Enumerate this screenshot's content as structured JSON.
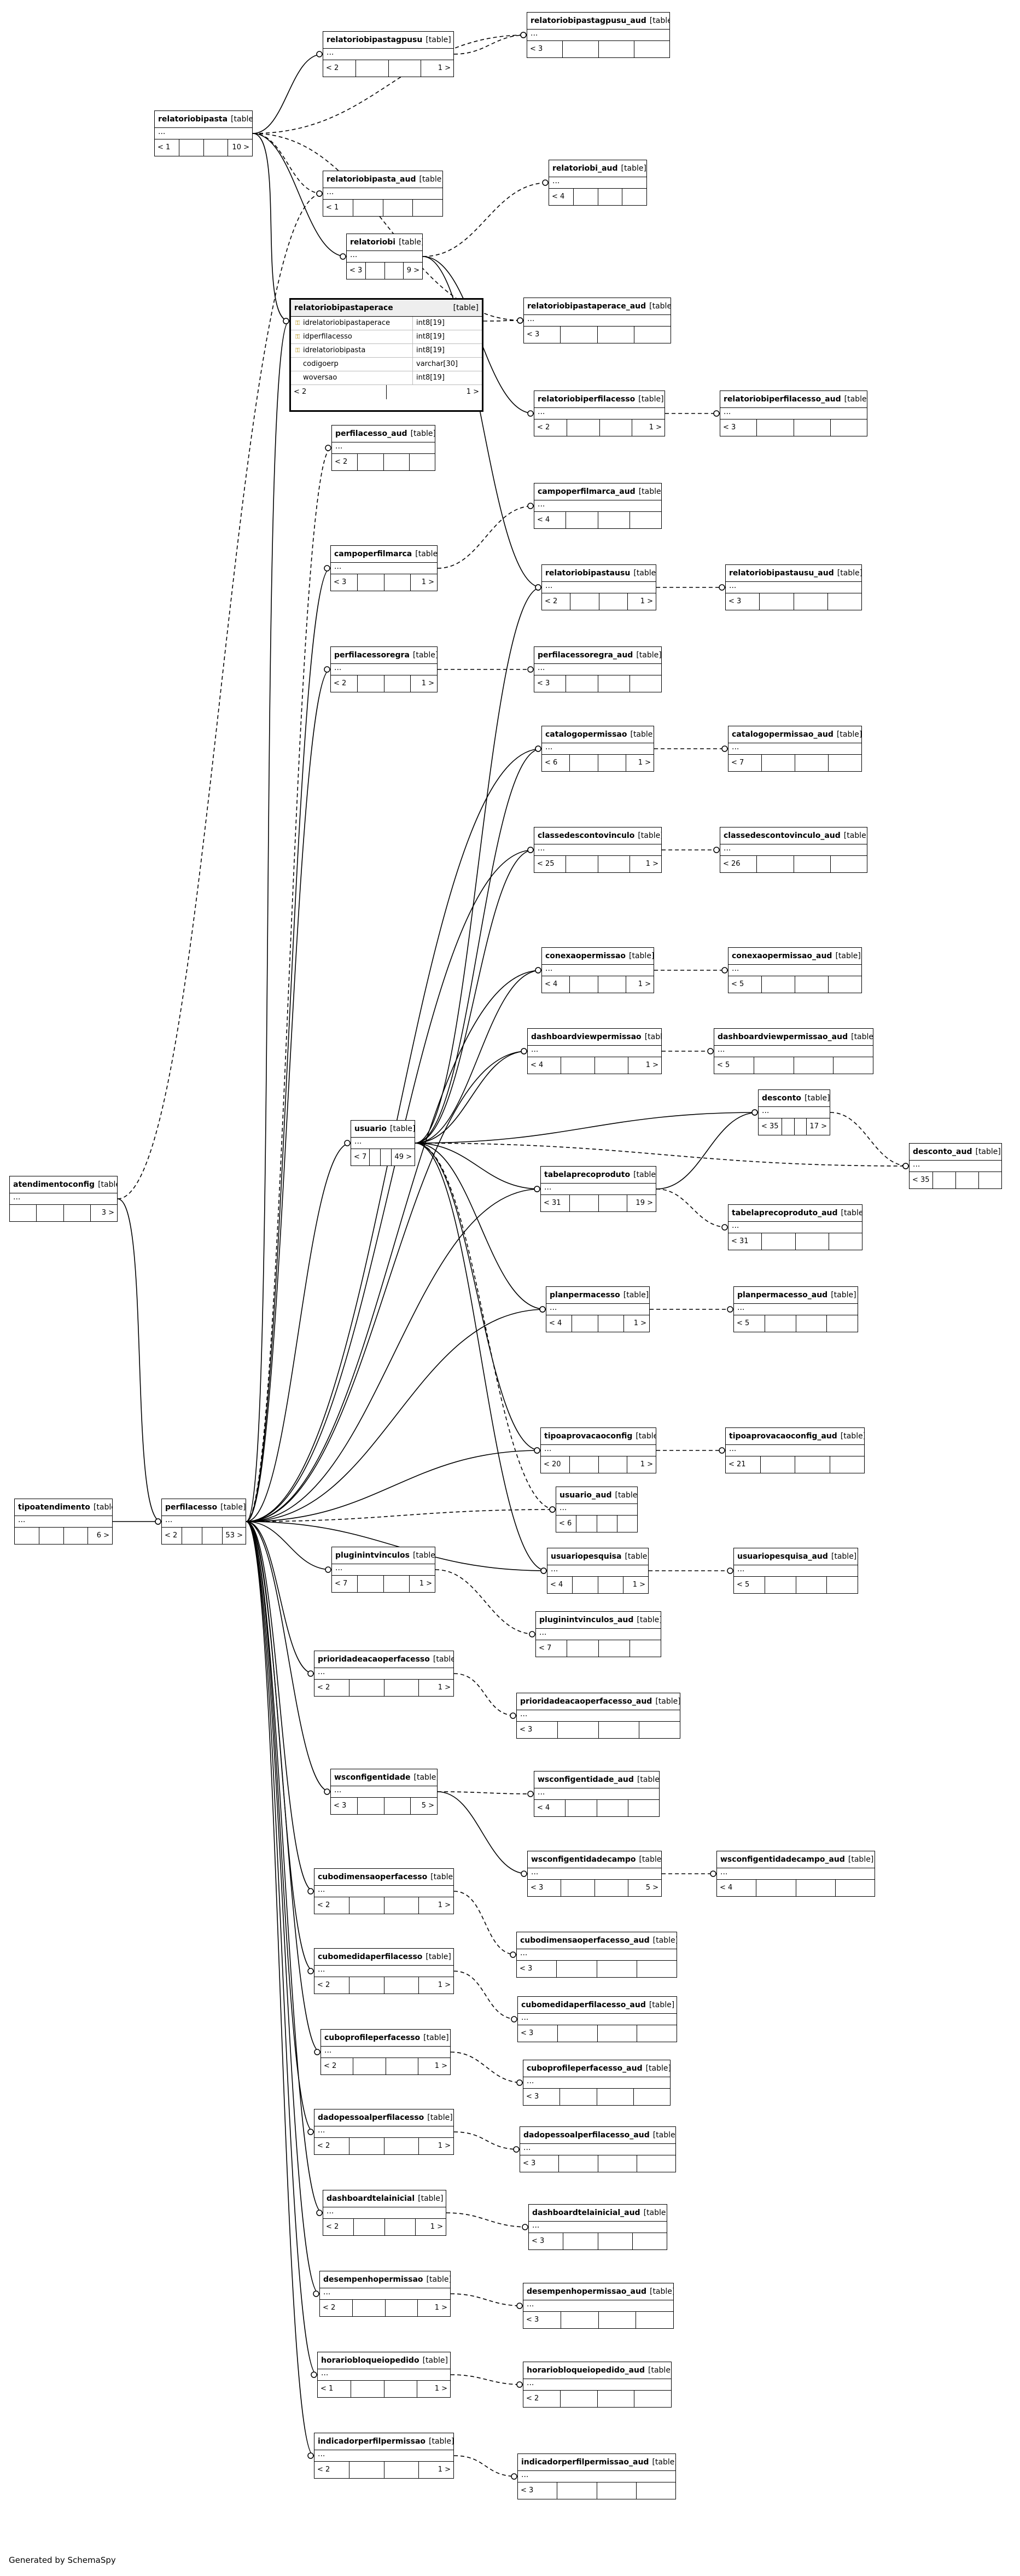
{
  "footer": "Generated by SchemaSpy",
  "table_tag": "[table]",
  "focus": {
    "name": "relatoriobipastaperace",
    "columns": [
      {
        "name": "idrelatoriobipastaperace",
        "type": "int8[19]",
        "key": "pk"
      },
      {
        "name": "idperfilacesso",
        "type": "int8[19]",
        "key": "fk"
      },
      {
        "name": "idrelatoriobipasta",
        "type": "int8[19]",
        "key": "fk"
      },
      {
        "name": "codigoerp",
        "type": "varchar[30]",
        "key": ""
      },
      {
        "name": "woversao",
        "type": "int8[19]",
        "key": ""
      }
    ],
    "left": "< 2",
    "right": "1 >"
  },
  "tables": [
    {
      "id": "rbpu",
      "name": "relatoriobipastagpusu",
      "left": "< 2",
      "mid": "",
      "right": "1 >"
    },
    {
      "id": "rbpua",
      "name": "relatoriobipastagpusu_aud",
      "left": "< 3",
      "mid": "",
      "right": ""
    },
    {
      "id": "rbp",
      "name": "relatoriobipasta",
      "left": "< 1",
      "mid": "",
      "right": "10 >"
    },
    {
      "id": "rbpa",
      "name": "relatoriobipasta_aud",
      "left": "< 1",
      "mid": "",
      "right": ""
    },
    {
      "id": "rbia",
      "name": "relatoriobi_aud",
      "left": "< 4",
      "mid": "",
      "right": ""
    },
    {
      "id": "rbi",
      "name": "relatoriobi",
      "left": "< 3",
      "mid": "",
      "right": "9 >"
    },
    {
      "id": "rbppa",
      "name": "relatoriobipastaperace_aud",
      "left": "< 3",
      "mid": "",
      "right": ""
    },
    {
      "id": "rbpf",
      "name": "relatoriobiperfilacesso",
      "left": "< 2",
      "mid": "",
      "right": "1 >"
    },
    {
      "id": "rbpfa",
      "name": "relatoriobiperfilacesso_aud",
      "left": "< 3",
      "mid": "",
      "right": ""
    },
    {
      "id": "pfa",
      "name": "perfilacesso_aud",
      "left": "< 2",
      "mid": "",
      "right": ""
    },
    {
      "id": "cpfa",
      "name": "campoperfilmarca_aud",
      "left": "< 4",
      "mid": "",
      "right": ""
    },
    {
      "id": "cpf",
      "name": "campoperfilmarca",
      "left": "< 3",
      "mid": "",
      "right": "1 >"
    },
    {
      "id": "rbpus",
      "name": "relatoriobipastausu",
      "left": "< 2",
      "mid": "",
      "right": "1 >"
    },
    {
      "id": "rbpusa",
      "name": "relatoriobipastausu_aud",
      "left": "< 3",
      "mid": "",
      "right": ""
    },
    {
      "id": "pfr",
      "name": "perfilacessoregra",
      "left": "< 2",
      "mid": "",
      "right": "1 >"
    },
    {
      "id": "pfra",
      "name": "perfilacessoregra_aud",
      "left": "< 3",
      "mid": "",
      "right": ""
    },
    {
      "id": "catp",
      "name": "catalogopermissao",
      "left": "< 6",
      "mid": "",
      "right": "1 >"
    },
    {
      "id": "catpa",
      "name": "catalogopermissao_aud",
      "left": "< 7",
      "mid": "",
      "right": ""
    },
    {
      "id": "cdv",
      "name": "classedescontovinculo",
      "left": "< 25",
      "mid": "",
      "right": "1 >"
    },
    {
      "id": "cdva",
      "name": "classedescontovinculo_aud",
      "left": "< 26",
      "mid": "",
      "right": ""
    },
    {
      "id": "cxp",
      "name": "conexaopermissao",
      "left": "< 4",
      "mid": "",
      "right": "1 >"
    },
    {
      "id": "cxpa",
      "name": "conexaopermissao_aud",
      "left": "< 5",
      "mid": "",
      "right": ""
    },
    {
      "id": "dvp",
      "name": "dashboardviewpermissao",
      "left": "< 4",
      "mid": "",
      "right": "1 >"
    },
    {
      "id": "dvpa",
      "name": "dashboardviewpermissao_aud",
      "left": "< 5",
      "mid": "",
      "right": ""
    },
    {
      "id": "desc",
      "name": "desconto",
      "left": "< 35",
      "mid": "",
      "right": "17 >"
    },
    {
      "id": "desca",
      "name": "desconto_aud",
      "left": "< 35",
      "mid": "",
      "right": ""
    },
    {
      "id": "usu",
      "name": "usuario",
      "left": "< 7",
      "mid": "",
      "right": "49 >"
    },
    {
      "id": "atc",
      "name": "atendimentoconfig",
      "left": "",
      "mid": "",
      "right": "3 >"
    },
    {
      "id": "tpp",
      "name": "tabelaprecoproduto",
      "left": "< 31",
      "mid": "",
      "right": "19 >"
    },
    {
      "id": "tppa",
      "name": "tabelaprecoproduto_aud",
      "left": "< 31",
      "mid": "",
      "right": ""
    },
    {
      "id": "pla",
      "name": "planpermacesso",
      "left": "< 4",
      "mid": "",
      "right": "1 >"
    },
    {
      "id": "plaa",
      "name": "planpermacesso_aud",
      "left": "< 5",
      "mid": "",
      "right": ""
    },
    {
      "id": "tac",
      "name": "tipoaprovacaoconfig",
      "left": "< 20",
      "mid": "",
      "right": "1 >"
    },
    {
      "id": "taca",
      "name": "tipoaprovacaoconfig_aud",
      "left": "< 21",
      "mid": "",
      "right": ""
    },
    {
      "id": "usua",
      "name": "usuario_aud",
      "left": "< 6",
      "mid": "",
      "right": ""
    },
    {
      "id": "tat",
      "name": "tipoatendimento",
      "left": "",
      "mid": "",
      "right": "6 >"
    },
    {
      "id": "pf",
      "name": "perfilacesso",
      "left": "< 2",
      "mid": "",
      "right": "53 >"
    },
    {
      "id": "upq",
      "name": "usuariopesquisa",
      "left": "< 4",
      "mid": "",
      "right": "1 >"
    },
    {
      "id": "upqa",
      "name": "usuariopesquisa_aud",
      "left": "< 5",
      "mid": "",
      "right": ""
    },
    {
      "id": "plv",
      "name": "pluginintvinculos",
      "left": "< 7",
      "mid": "",
      "right": "1 >"
    },
    {
      "id": "plva",
      "name": "pluginintvinculos_aud",
      "left": "< 7",
      "mid": "",
      "right": ""
    },
    {
      "id": "pra",
      "name": "prioridadeacaoperfacesso",
      "left": "< 2",
      "mid": "",
      "right": "1 >"
    },
    {
      "id": "praa",
      "name": "prioridadeacaoperfacesso_aud",
      "left": "< 3",
      "mid": "",
      "right": ""
    },
    {
      "id": "wse",
      "name": "wsconfigentidade",
      "left": "< 3",
      "mid": "",
      "right": "5 >"
    },
    {
      "id": "wsea",
      "name": "wsconfigentidade_aud",
      "left": "< 4",
      "mid": "",
      "right": ""
    },
    {
      "id": "wsc",
      "name": "wsconfigentidadecampo",
      "left": "< 3",
      "mid": "",
      "right": "5 >"
    },
    {
      "id": "wsca",
      "name": "wsconfigentidadecampo_aud",
      "left": "< 4",
      "mid": "",
      "right": ""
    },
    {
      "id": "cdp",
      "name": "cubodimensaoperfacesso",
      "left": "< 2",
      "mid": "",
      "right": "1 >"
    },
    {
      "id": "cdpa",
      "name": "cubodimensaoperfacesso_aud",
      "left": "< 3",
      "mid": "",
      "right": ""
    },
    {
      "id": "cmp",
      "name": "cubomedidaperfilacesso",
      "left": "< 2",
      "mid": "",
      "right": "1 >"
    },
    {
      "id": "cmpa",
      "name": "cubomedidaperfilacesso_aud",
      "left": "< 3",
      "mid": "",
      "right": ""
    },
    {
      "id": "cpp",
      "name": "cuboprofileperfacesso",
      "left": "< 2",
      "mid": "",
      "right": "1 >"
    },
    {
      "id": "cppa",
      "name": "cuboprofileperfacesso_aud",
      "left": "< 3",
      "mid": "",
      "right": ""
    },
    {
      "id": "dpp",
      "name": "dadopessoalperfilacesso",
      "left": "< 2",
      "mid": "",
      "right": "1 >"
    },
    {
      "id": "dppa",
      "name": "dadopessoalperfilacesso_aud",
      "left": "< 3",
      "mid": "",
      "right": ""
    },
    {
      "id": "dti",
      "name": "dashboardtelainicial",
      "left": "< 2",
      "mid": "",
      "right": "1 >"
    },
    {
      "id": "dtia",
      "name": "dashboardtelainicial_aud",
      "left": "< 3",
      "mid": "",
      "right": ""
    },
    {
      "id": "dsp",
      "name": "desempenhopermissao",
      "left": "< 2",
      "mid": "",
      "right": "1 >"
    },
    {
      "id": "dspa",
      "name": "desempenhopermissao_aud",
      "left": "< 3",
      "mid": "",
      "right": ""
    },
    {
      "id": "hbp",
      "name": "horariobloqueiopedido",
      "left": "< 1",
      "mid": "",
      "right": "1 >"
    },
    {
      "id": "hbpa",
      "name": "horariobloqueiopedido_aud",
      "left": "< 2",
      "mid": "",
      "right": ""
    },
    {
      "id": "ipp",
      "name": "indicadorperfilpermissao",
      "left": "< 2",
      "mid": "",
      "right": "1 >"
    },
    {
      "id": "ippa",
      "name": "indicadorperfilpermissao_aud",
      "left": "< 3",
      "mid": "",
      "right": ""
    }
  ]
}
